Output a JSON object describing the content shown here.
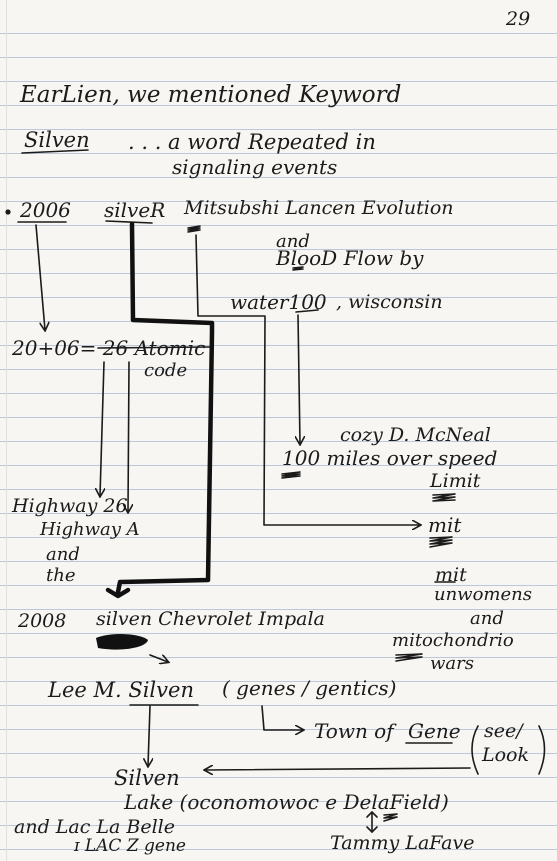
{
  "page_number": "29",
  "lines": {
    "intro_1": "EarLien, we mentioned Keyword",
    "intro_2_word": "Silven",
    "intro_2_rest": ". . .  a word Repeated in",
    "intro_3": "signaling events",
    "year_2006": "2006",
    "silver": "silveR",
    "car_2006": "Mitsubshi Lancen Evolution",
    "and_1": "and",
    "blood_flow": "BlooD Flow by",
    "water": "water",
    "water_100": "100",
    "wisconsin": ", wisconsin",
    "atomic_eq": "20+06= 26 Atomic",
    "atomic_code": "code",
    "cozy": "cozy  D. McNeal",
    "speed_1": "100 miles over speed",
    "speed_2": "Limit",
    "mit_1": "mit",
    "hwy_26": "Highway 26",
    "hwy_a": "Highway A",
    "hwy_and": "and",
    "hwy_the": "the",
    "mit_2": "mit",
    "mit_unw": "unwomens",
    "mit_and": "and",
    "mito": "mitochondrio",
    "wars": "wars",
    "year_2008": "2008",
    "car_2008": "silven  Chevrolet  Impala",
    "lee": "Lee  M. Silven",
    "genes": "( genes / gentics)",
    "town": "Town of",
    "town_gene": "Gene",
    "see_look_1": "see/",
    "see_look_2": "Look",
    "silven_lake_1": "Silven",
    "silven_lake_2": "Lake (oconomowoc e DelaField)",
    "lac_la_belle": "and  Lac La Belle",
    "lac_gene": "ɪ LAC Z gene",
    "tammy": "Tammy  LaFave"
  },
  "colors": {
    "ink": "#1b1b1b",
    "paper": "#f7f6f2",
    "rule": "#b9c9da"
  }
}
